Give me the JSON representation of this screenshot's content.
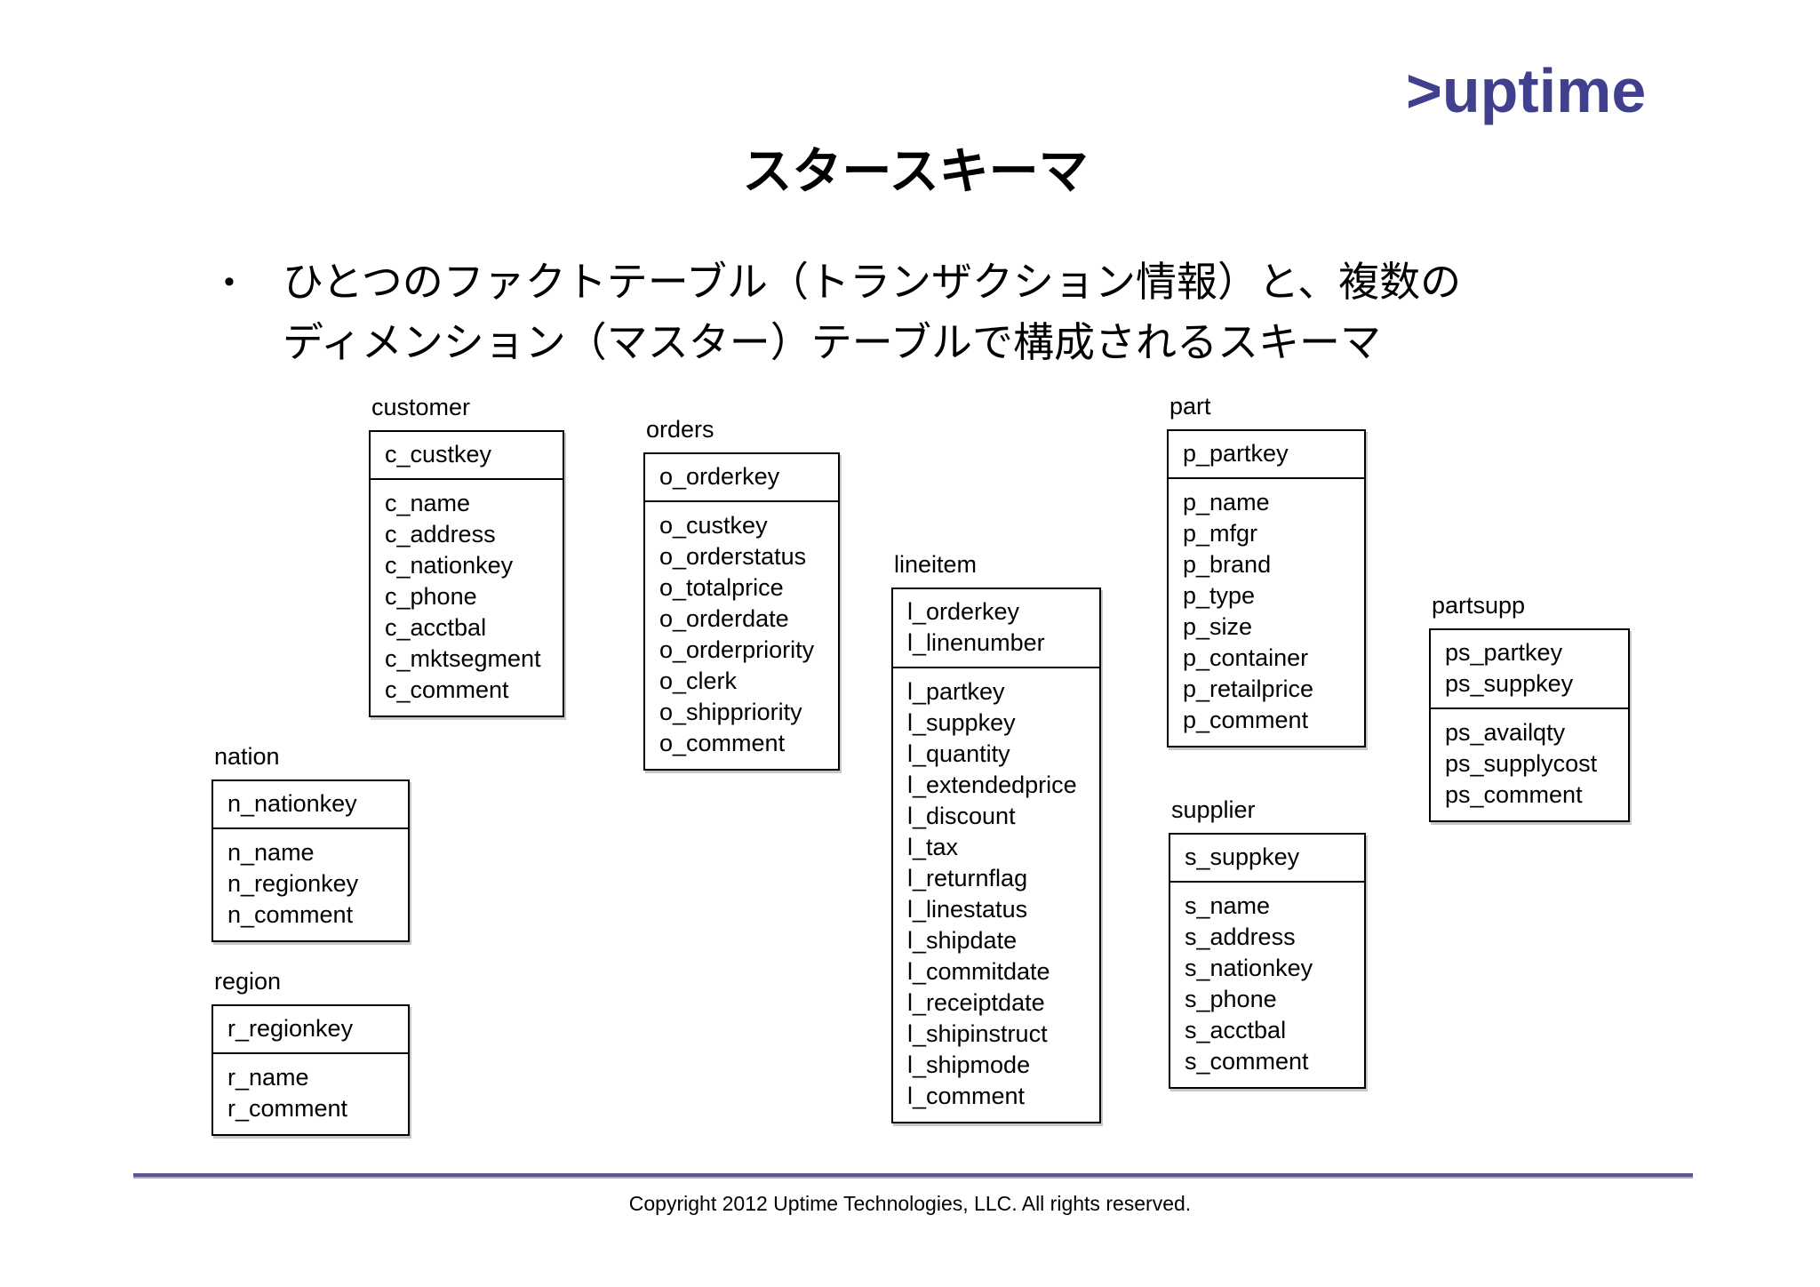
{
  "slide": {
    "logo_text": ">uptime",
    "logo_color": "#41408f",
    "title": "スタースキーマ",
    "bullet": {
      "marker": "•",
      "line1": "ひとつのファクトテーブル（トランザクション情報）と、複数の",
      "line2": "ディメンション（マスター）テーブルで構成されるスキーマ"
    },
    "footer_text": "Copyright 2012 Uptime Technologies, LLC. All rights reserved.",
    "rule_color": "#5b5791"
  },
  "schema": {
    "entities": [
      {
        "id": "customer",
        "name": "customer",
        "key_fields": [
          "c_custkey"
        ],
        "fields": [
          "c_name",
          "c_address",
          "c_nationkey",
          "c_phone",
          "c_acctbal",
          "c_mktsegment",
          "c_comment"
        ]
      },
      {
        "id": "orders",
        "name": "orders",
        "key_fields": [
          "o_orderkey"
        ],
        "fields": [
          "o_custkey",
          "o_orderstatus",
          "o_totalprice",
          "o_orderdate",
          "o_orderpriority",
          "o_clerk",
          "o_shippriority",
          "o_comment"
        ]
      },
      {
        "id": "lineitem",
        "name": "lineitem",
        "key_fields": [
          "l_orderkey",
          "l_linenumber"
        ],
        "fields": [
          "l_partkey",
          "l_suppkey",
          "l_quantity",
          "l_extendedprice",
          "l_discount",
          "l_tax",
          "l_returnflag",
          "l_linestatus",
          "l_shipdate",
          "l_commitdate",
          "l_receiptdate",
          "l_shipinstruct",
          "l_shipmode",
          "l_comment"
        ]
      },
      {
        "id": "part",
        "name": "part",
        "key_fields": [
          "p_partkey"
        ],
        "fields": [
          "p_name",
          "p_mfgr",
          "p_brand",
          "p_type",
          "p_size",
          "p_container",
          "p_retailprice",
          "p_comment"
        ]
      },
      {
        "id": "partsupp",
        "name": "partsupp",
        "key_fields": [
          "ps_partkey",
          "ps_suppkey"
        ],
        "fields": [
          "ps_availqty",
          "ps_supplycost",
          "ps_comment"
        ]
      },
      {
        "id": "supplier",
        "name": "supplier",
        "key_fields": [
          "s_suppkey"
        ],
        "fields": [
          "s_name",
          "s_address",
          "s_nationkey",
          "s_phone",
          "s_acctbal",
          "s_comment"
        ]
      },
      {
        "id": "nation",
        "name": "nation",
        "key_fields": [
          "n_nationkey"
        ],
        "fields": [
          "n_name",
          "n_regionkey",
          "n_comment"
        ]
      },
      {
        "id": "region",
        "name": "region",
        "key_fields": [
          "r_regionkey"
        ],
        "fields": [
          "r_name",
          "r_comment"
        ]
      }
    ]
  }
}
